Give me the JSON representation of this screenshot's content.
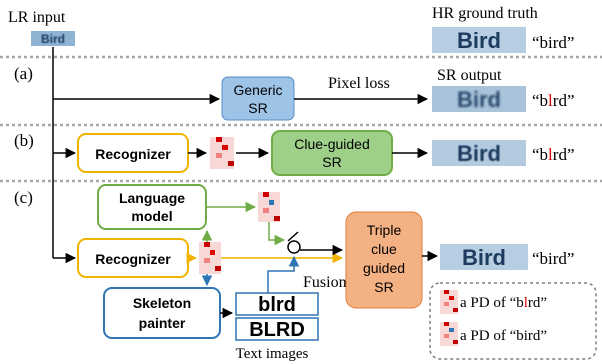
{
  "header": {
    "lr_input": "LR input",
    "lr_word": "Bird",
    "hr_ground_truth": "HR ground truth",
    "hr_word": "Bird",
    "hr_quote": "“bird”"
  },
  "section_a": {
    "label": "(a)",
    "box_line1": "Generic",
    "box_line2": "SR",
    "edge_label": "Pixel loss",
    "sr_output": "SR output",
    "output_word": "Bird",
    "quote_pre": "“b",
    "quote_mid": "l",
    "quote_post": "rd”"
  },
  "section_b": {
    "label": "(b)",
    "recognizer": "Recognizer",
    "box_line1": "Clue-guided",
    "box_line2": "SR",
    "output_word": "Bird",
    "quote_pre": "“b",
    "quote_mid": "l",
    "quote_post": "rd”"
  },
  "section_c": {
    "label": "(c)",
    "language_line1": "Language",
    "language_line2": "model",
    "recognizer": "Recognizer",
    "skeleton_line1": "Skeleton",
    "skeleton_line2": "painter",
    "fusion": "Fusion",
    "triple_line1": "Triple",
    "triple_line2": "clue",
    "triple_line3": "guided",
    "triple_line4": "SR",
    "text_image_1": "blrd",
    "text_image_2": "BLRD",
    "text_images_caption": "Text images",
    "output_word": "Bird",
    "output_quote": "“bird”"
  },
  "legend": {
    "item1_pre": "a PD of “b",
    "item1_mid": "l",
    "item1_post": "rd”",
    "item2": "a PD of “bird”"
  },
  "colors": {
    "generic_fill": "#9dc3e6",
    "generic_stroke": "#5b8cc4",
    "yellow_stroke": "#f0b400",
    "green_stroke": "#70ad47",
    "green_fill": "#9fd08a",
    "blue_stroke": "#2e75b6",
    "triple_fill": "#f4b183",
    "red_accent": "#e00000",
    "separator": "#a6a6a6"
  }
}
